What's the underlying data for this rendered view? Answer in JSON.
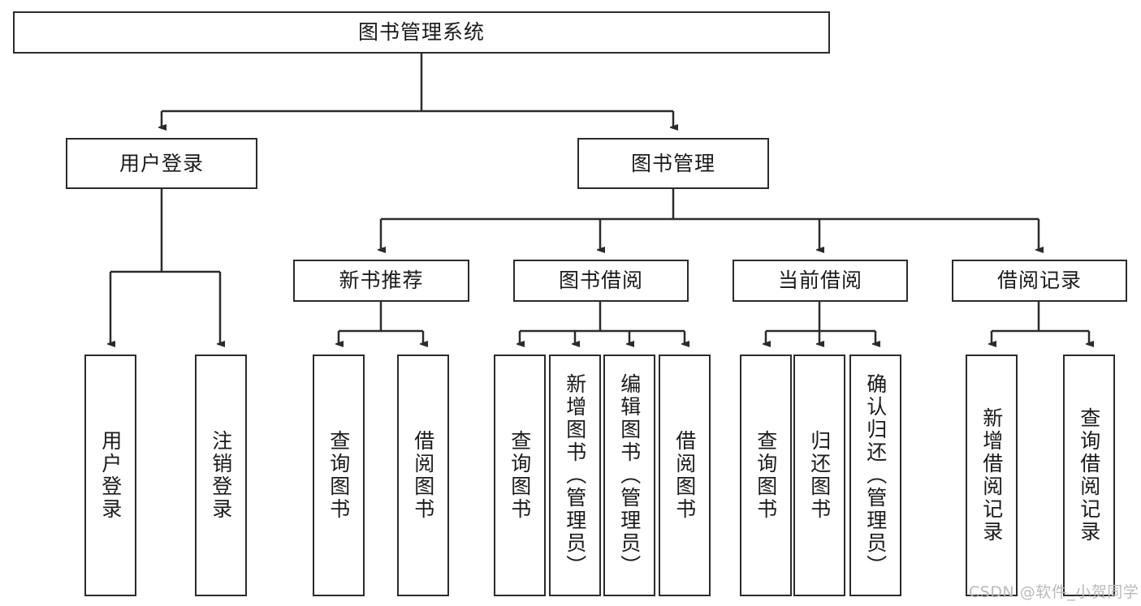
{
  "diagram": {
    "type": "tree",
    "title": "图书管理系统",
    "root": {
      "label": "图书管理系统"
    },
    "level2": [
      {
        "label": "用户登录"
      },
      {
        "label": "图书管理"
      }
    ],
    "level3": [
      {
        "label": "新书推荐"
      },
      {
        "label": "图书借阅"
      },
      {
        "label": "当前借阅"
      },
      {
        "label": "借阅记录"
      }
    ],
    "leaves": {
      "user_login": [
        {
          "label": "用户登录"
        },
        {
          "label": "注销登录"
        }
      ],
      "new_book_recommend": [
        {
          "label": "查询图书"
        },
        {
          "label": "借阅图书"
        }
      ],
      "book_borrow": [
        {
          "label": "查询图书"
        },
        {
          "label": "新增图书（管理员）"
        },
        {
          "label": "编辑图书（管理员）"
        },
        {
          "label": "借阅图书"
        }
      ],
      "current_borrow": [
        {
          "label": "查询图书"
        },
        {
          "label": "归还图书"
        },
        {
          "label": "确认归还（管理员）"
        }
      ],
      "borrow_record": [
        {
          "label": "新增借阅记录"
        },
        {
          "label": "查询借阅记录"
        }
      ]
    }
  },
  "watermark": {
    "text": "CSDN @软件_小贺同学"
  },
  "colors": {
    "border": "#2b2b2b",
    "text": "#1a1a1a",
    "background": "#ffffff",
    "watermark": "#b9b9b9"
  }
}
